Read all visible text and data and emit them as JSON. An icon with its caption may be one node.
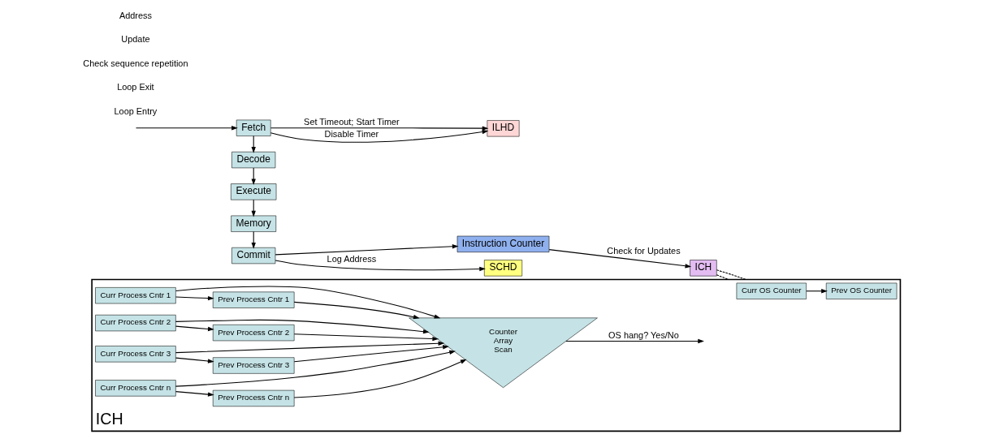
{
  "diagram": {
    "nodes": [
      {
        "text": [
          "Fetch"
        ]
      },
      {
        "text": [
          "Decode"
        ]
      },
      {
        "text": [
          "Execute"
        ]
      },
      {
        "text": [
          "Memory"
        ]
      },
      {
        "text": [
          "Commit"
        ]
      },
      {
        "text": [
          "ILHD"
        ]
      },
      {
        "text": [
          "Instruction Counter"
        ]
      },
      {
        "text": [
          "ICH"
        ]
      },
      {
        "text": [
          "SCHD"
        ]
      },
      {
        "text": [
          "ICH"
        ]
      },
      {
        "text": [
          "Curr OS Counter"
        ],
        "in": 9
      },
      {
        "text": [
          "Prev OS Counter"
        ],
        "in": 9
      },
      {
        "text": [
          "Curr Process Cntr 1"
        ],
        "in": 9
      },
      {
        "text": [
          "Curr Process Cntr 2"
        ],
        "in": 9
      },
      {
        "text": [
          "Curr Process Cntr 3"
        ],
        "in": 9
      },
      {
        "text": [
          "Curr Process Cntr n"
        ],
        "in": 9
      },
      {
        "text": [
          "Prev Process Cntr 1"
        ],
        "in": 9
      },
      {
        "text": [
          "Prev Process Cntr 2"
        ],
        "in": 9
      },
      {
        "text": [
          "Prev Process Cntr 3"
        ],
        "in": 9
      },
      {
        "text": [
          "Prev Process Cntr n"
        ],
        "in": 9
      },
      {
        "text": [
          "Counter Array Scan"
        ],
        "in": 9
      }
    ],
    "edges": [
      {
        "from": null,
        "to": 0,
        "arrow": "to"
      },
      {
        "from": 0,
        "to": 1,
        "arrow": "to"
      },
      {
        "from": 1,
        "to": 2,
        "arrow": "to"
      },
      {
        "from": 2,
        "to": 3,
        "arrow": "to"
      },
      {
        "from": 3,
        "to": 4,
        "arrow": "to"
      },
      {
        "from": 0,
        "to": 5,
        "arrow": "to",
        "label": "Set Timeout; Start Timer"
      },
      {
        "from": 0,
        "to": 5,
        "arrow": "to",
        "label": "Disable Timer"
      },
      {
        "from": 4,
        "to": 6,
        "arrow": "to"
      },
      {
        "from": 4,
        "to": 8,
        "arrow": "to",
        "label": "Log Address"
      },
      {
        "from": 6,
        "to": 7,
        "arrow": "to",
        "label": "Check for Updates"
      },
      {
        "from": 7,
        "to": 9,
        "arrow": "none",
        "style": "dashed"
      },
      {
        "from": 7,
        "to": 9,
        "arrow": "none",
        "style": "dashed"
      },
      {
        "from": 10,
        "to": 11,
        "arrow": "to"
      },
      {
        "from": 12,
        "to": 16,
        "arrow": "to"
      },
      {
        "from": 13,
        "to": 17,
        "arrow": "to"
      },
      {
        "from": 14,
        "to": 18,
        "arrow": "to"
      },
      {
        "from": 15,
        "to": 19,
        "arrow": "to"
      },
      {
        "from": 12,
        "to": 20,
        "arrow": "to"
      },
      {
        "from": 13,
        "to": 20,
        "arrow": "to"
      },
      {
        "from": 14,
        "to": 20,
        "arrow": "to"
      },
      {
        "from": 15,
        "to": 20,
        "arrow": "to"
      },
      {
        "from": 16,
        "to": 20,
        "arrow": "to"
      },
      {
        "from": 17,
        "to": 20,
        "arrow": "to"
      },
      {
        "from": 18,
        "to": 20,
        "arrow": "to"
      },
      {
        "from": 19,
        "to": 20,
        "arrow": "to"
      },
      {
        "from": 20,
        "to": null,
        "arrow": "to",
        "label": "OS hang? Yes/No"
      }
    ],
    "labels": [
      "Loop Entry",
      "Loop Exit",
      "Check sequence repetition",
      "Update",
      "Address"
    ]
  }
}
